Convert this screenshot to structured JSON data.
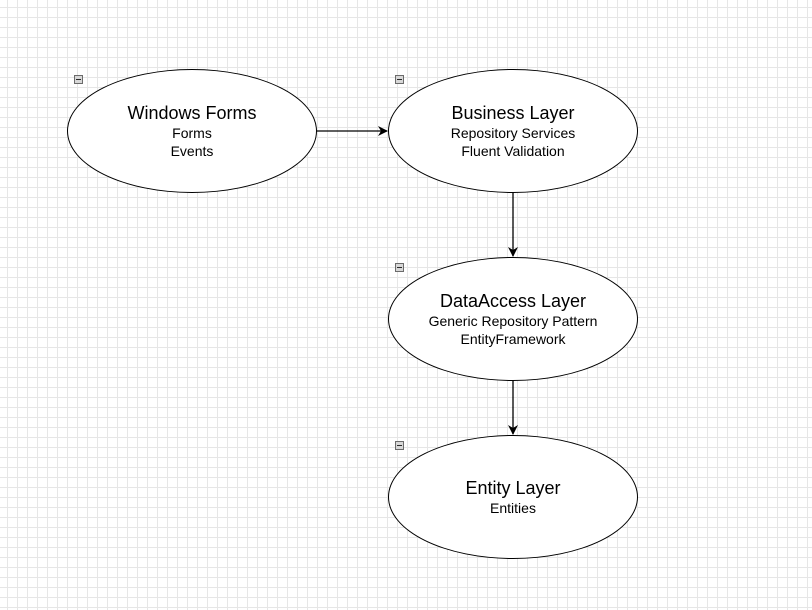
{
  "diagram": {
    "colors": {
      "stroke": "#000000",
      "fill": "#ffffff",
      "grid": "#e6e6e6",
      "toggle": "#d8d8d8"
    },
    "nodes": [
      {
        "id": "windows_forms",
        "title": "Windows Forms",
        "lines": [
          "Forms",
          "Events"
        ]
      },
      {
        "id": "business_layer",
        "title": "Business Layer",
        "lines": [
          "Repository Services",
          "Fluent Validation"
        ]
      },
      {
        "id": "data_access_layer",
        "title": "DataAccess Layer",
        "lines": [
          "Generic Repository Pattern",
          "EntityFramework"
        ]
      },
      {
        "id": "entity_layer",
        "title": "Entity Layer",
        "lines": [
          "Entities"
        ]
      }
    ],
    "edges": [
      {
        "from": "windows_forms",
        "to": "business_layer"
      },
      {
        "from": "business_layer",
        "to": "data_access_layer"
      },
      {
        "from": "data_access_layer",
        "to": "entity_layer"
      }
    ],
    "collapse_icon": "minus-square-icon"
  }
}
